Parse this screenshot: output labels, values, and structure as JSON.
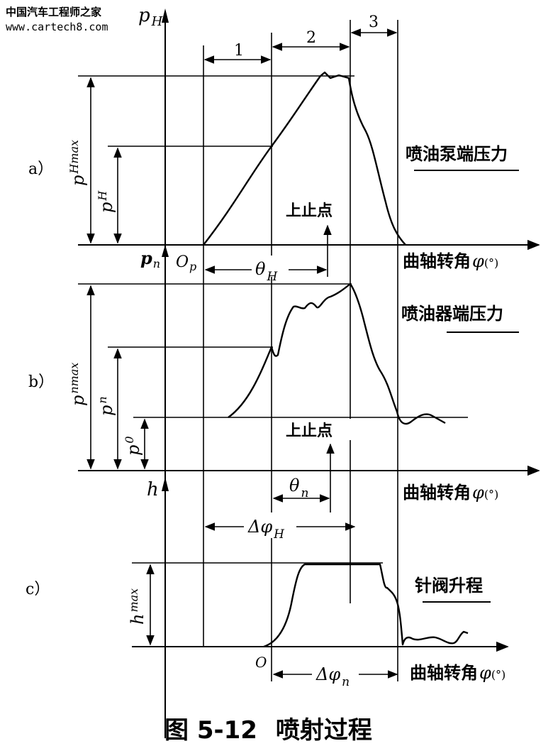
{
  "watermark": {
    "line1": "中国汽车工程师之家",
    "line2": "www.cartech8.com"
  },
  "caption": {
    "figure_number": "图 5-12",
    "title": "喷射过程"
  },
  "phases": [
    "1",
    "2",
    "3"
  ],
  "panel_a": {
    "tag": "a）",
    "y_axis": "p",
    "y_axis_sub": "H",
    "curve_title": "喷油泵端压力",
    "x_axis": "曲轴转角",
    "x_symbol": "φ",
    "x_unit": "(°)",
    "pmax": "p",
    "pmax_sub": "Hmax",
    "pH": "p",
    "pH_sub": "H",
    "pn": "p",
    "pn_sub": "n",
    "origin": "O",
    "origin_sub": "p",
    "tdc": "上止点",
    "theta": "θ",
    "theta_sub": "H"
  },
  "panel_b": {
    "tag": "b）",
    "curve_title": "喷油器端压力",
    "x_axis": "曲轴转角",
    "x_symbol": "φ",
    "x_unit": "(°)",
    "pmax": "p",
    "pmax_sub": "nmax",
    "pn": "p",
    "pn_sub": "n",
    "p0": "p",
    "p0_sub": "0",
    "tdc": "上止点",
    "theta": "θ",
    "theta_sub": "n",
    "delta": "Δφ",
    "delta_sub": "H"
  },
  "panel_c": {
    "tag": "c）",
    "y_axis": "h",
    "curve_title": "针阀升程",
    "x_axis": "曲轴转角",
    "x_symbol": "φ",
    "x_unit": "(°)",
    "hmax": "h",
    "hmax_sub": "max",
    "origin": "O",
    "delta": "Δφ",
    "delta_sub": "n"
  }
}
